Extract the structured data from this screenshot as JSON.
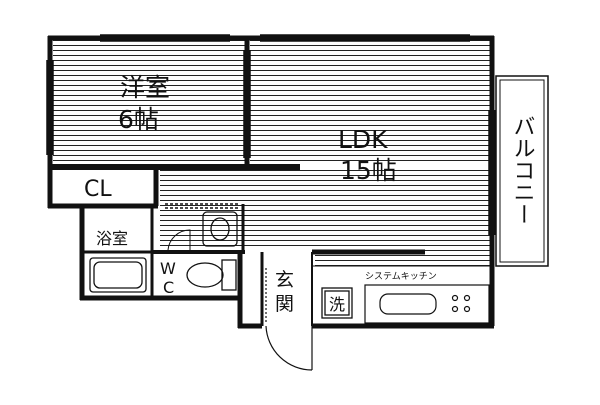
{
  "rooms": {
    "western_room": {
      "name": "洋室",
      "size": "6帖"
    },
    "ldk": {
      "name": "LDK",
      "size": "15帖"
    },
    "closet": {
      "name": "CL"
    },
    "bathroom": {
      "name": "浴室"
    },
    "toilet": {
      "name_line1": "W",
      "name_line2": "C"
    },
    "entrance": {
      "name_line1": "玄",
      "name_line2": "関"
    },
    "washer": {
      "name": "洗"
    },
    "kitchen": {
      "name": "システムキッチン"
    },
    "balcony": {
      "name": "バルコニー"
    }
  },
  "colors": {
    "wall": "#111111",
    "hatch": "#111111",
    "background": "#ffffff"
  }
}
